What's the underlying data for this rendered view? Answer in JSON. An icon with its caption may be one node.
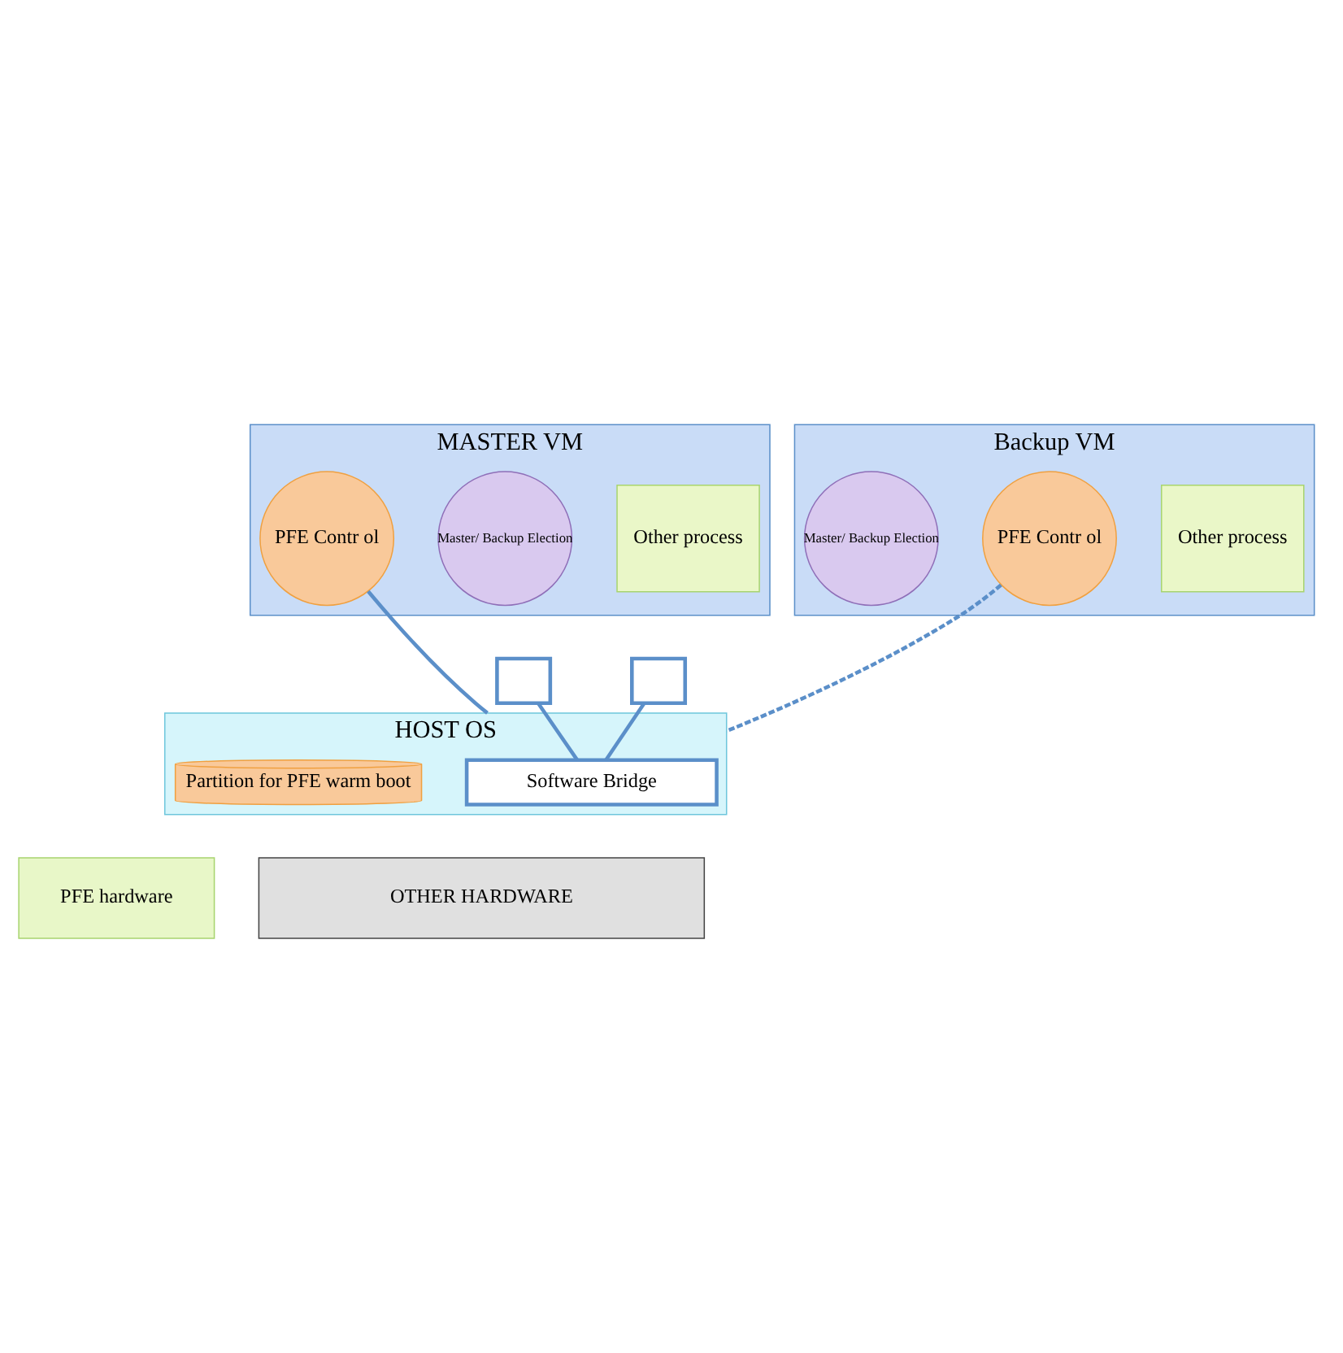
{
  "diagram": {
    "nodes": [
      {
        "text": [
          "MASTER VM"
        ]
      },
      {
        "text": [
          "Other process"
        ],
        "in": 0
      },
      {
        "text": [
          "PFE Contr ol"
        ],
        "in": 0
      },
      {
        "text": [
          "Master/ Backup Election"
        ],
        "in": 0
      },
      {
        "text": [
          "Backup VM"
        ]
      },
      {
        "text": [
          "Other process"
        ],
        "in": 4
      },
      {
        "text": [
          "Master/ Backup Election"
        ],
        "in": 4
      },
      {
        "text": [
          "PFE Contr ol"
        ],
        "in": 4
      },
      {
        "text": [
          "HOST OS"
        ]
      },
      {
        "text": [
          "Software Bridge"
        ],
        "in": 8
      },
      {
        "text": [
          "Partition for PFE warm boot"
        ],
        "in": 8
      },
      {
        "text": [],
        "shape": "box"
      },
      {
        "text": [],
        "shape": "box"
      },
      {
        "text": [
          "PFE hardware"
        ]
      },
      {
        "text": [
          "OTHER HARDWARE"
        ]
      }
    ],
    "edges": [
      {
        "from": 2,
        "to": 8,
        "arrow": "none"
      },
      {
        "from": 11,
        "to": 9,
        "arrow": "none"
      },
      {
        "from": 12,
        "to": 9,
        "arrow": "none"
      },
      {
        "from": 7,
        "to": 8,
        "arrow": "none",
        "style": "dashed"
      }
    ]
  }
}
